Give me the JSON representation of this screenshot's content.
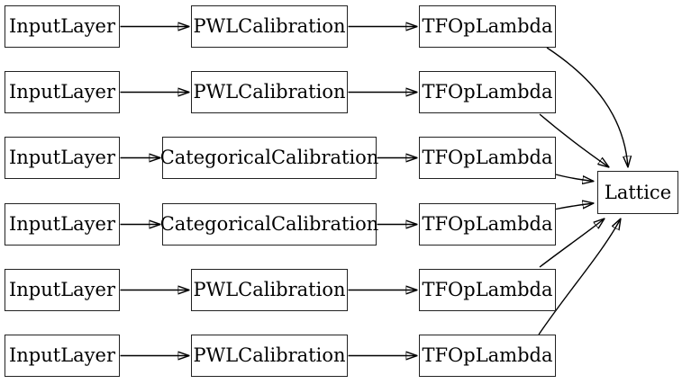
{
  "diagram": {
    "background": "#ffffff",
    "edge_color": "#000000",
    "node_fill": "#ffffff",
    "node_border_color": "#222222",
    "text_color": "#000000",
    "rows": [
      {
        "input": "InputLayer",
        "calibration": "PWLCalibration",
        "lambda": "TFOpLambda"
      },
      {
        "input": "InputLayer",
        "calibration": "PWLCalibration",
        "lambda": "TFOpLambda"
      },
      {
        "input": "InputLayer",
        "calibration": "CategoricalCalibration",
        "lambda": "TFOpLambda"
      },
      {
        "input": "InputLayer",
        "calibration": "CategoricalCalibration",
        "lambda": "TFOpLambda"
      },
      {
        "input": "InputLayer",
        "calibration": "PWLCalibration",
        "lambda": "TFOpLambda"
      },
      {
        "input": "InputLayer",
        "calibration": "PWLCalibration",
        "lambda": "TFOpLambda"
      }
    ],
    "output": "Lattice",
    "edges": [
      [
        "rows.0.input",
        "rows.0.calibration"
      ],
      [
        "rows.0.calibration",
        "rows.0.lambda"
      ],
      [
        "rows.0.lambda",
        "output"
      ],
      [
        "rows.1.input",
        "rows.1.calibration"
      ],
      [
        "rows.1.calibration",
        "rows.1.lambda"
      ],
      [
        "rows.1.lambda",
        "output"
      ],
      [
        "rows.2.input",
        "rows.2.calibration"
      ],
      [
        "rows.2.calibration",
        "rows.2.lambda"
      ],
      [
        "rows.2.lambda",
        "output"
      ],
      [
        "rows.3.input",
        "rows.3.calibration"
      ],
      [
        "rows.3.calibration",
        "rows.3.lambda"
      ],
      [
        "rows.3.lambda",
        "output"
      ],
      [
        "rows.4.input",
        "rows.4.calibration"
      ],
      [
        "rows.4.calibration",
        "rows.4.lambda"
      ],
      [
        "rows.4.lambda",
        "output"
      ],
      [
        "rows.5.input",
        "rows.5.calibration"
      ],
      [
        "rows.5.calibration",
        "rows.5.lambda"
      ],
      [
        "rows.5.lambda",
        "output"
      ]
    ]
  }
}
